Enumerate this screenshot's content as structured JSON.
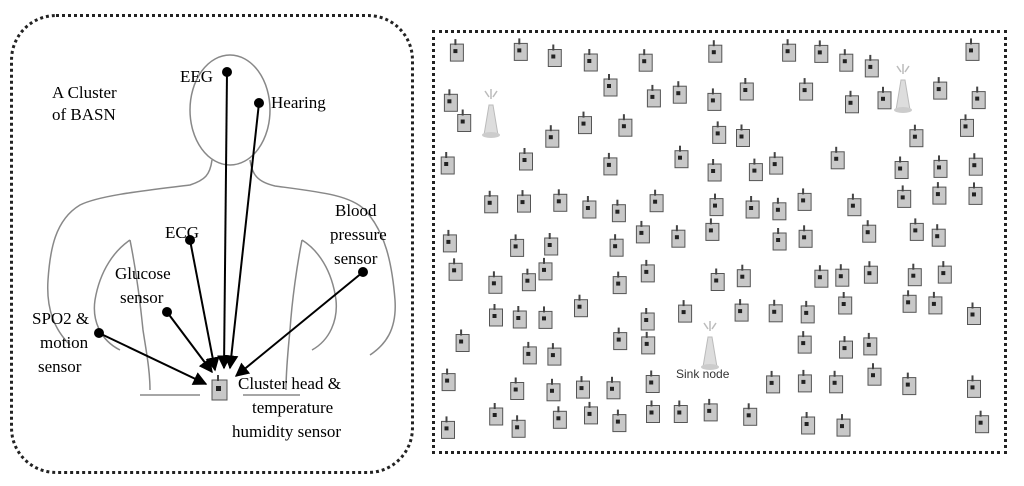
{
  "cluster": {
    "title_line1": "A Cluster",
    "title_line2": "of BASN",
    "eeg": "EEG",
    "hearing": "Hearing",
    "ecg": "ECG",
    "glucose_line1": "Glucose",
    "glucose_line2": "sensor",
    "blood_line1": "Blood",
    "blood_line2": "pressure",
    "blood_line3": "sensor",
    "spo2_line1": "SPO2 &",
    "spo2_line2": "motion",
    "spo2_line3": "sensor",
    "head_line1": "Cluster head &",
    "head_line2": "temperature",
    "head_line3": "humidity sensor"
  },
  "network": {
    "sink_label": "Sink node",
    "colors": {
      "device_fill": "#c8c8c8",
      "device_stroke": "#555555",
      "tower": "#d8d8d8"
    }
  }
}
